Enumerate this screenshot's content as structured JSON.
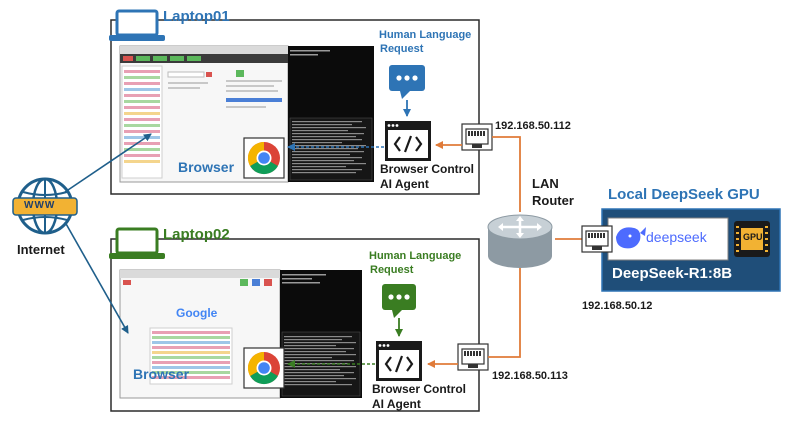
{
  "laptop1": {
    "title": "Laptop01",
    "request": [
      "Human Language",
      "Request"
    ],
    "agent": [
      "Browser Control",
      "AI Agent"
    ],
    "browser_label": "Browser",
    "ip": "192.168.50.112"
  },
  "laptop2": {
    "title": "Laptop02",
    "request": [
      "Human Language",
      "Request"
    ],
    "agent": [
      "Browser Control",
      "AI Agent"
    ],
    "browser_label": "Browser",
    "ip": "192.168.50.113",
    "search_logo": "Google"
  },
  "internet": {
    "label": "Internet",
    "badge": "WWW"
  },
  "router": {
    "label": [
      "LAN",
      "Router"
    ]
  },
  "gpu_server": {
    "title": "Local DeepSeek GPU",
    "brand": "deepseek",
    "chip": "GPU",
    "model": "DeepSeek-R1:8B",
    "ip": "192.168.50.12"
  },
  "icons": {
    "agent": "code-window-icon",
    "request": "chat-bubble-icon",
    "browser": "chrome-icon",
    "network": "ethernet-port-icon",
    "router": "router-icon",
    "internet": "globe-icon",
    "laptop": "laptop-icon"
  },
  "colors": {
    "laptop1_accent": "#2e74b5",
    "laptop2_accent": "#3a7d22",
    "lan_link": "#e07b39",
    "gpu_panel": "#1f4e79",
    "internet_link": "#1f5f8b"
  }
}
